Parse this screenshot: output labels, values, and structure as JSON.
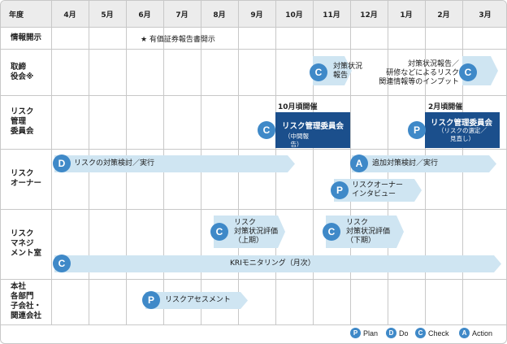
{
  "header": {
    "corner": "年度",
    "months": [
      "4月",
      "5月",
      "6月",
      "7月",
      "8月",
      "9月",
      "10月",
      "11月",
      "12月",
      "1月",
      "2月",
      "3月"
    ]
  },
  "rows": {
    "disclosure": "情報開示",
    "board": "取締\n役会※",
    "committee": "リスク\n管理\n委員会",
    "owner": "リスク\nオーナー",
    "mgmt": "リスク\nマネジ\nメント室",
    "dept": "本社\n各部門\n子会社・\n関連会社"
  },
  "disclosure_note": "★ 有価証券報告書開示",
  "board": {
    "item1": {
      "badge": "C",
      "text": "対策状況\n報告"
    },
    "item2_text": "対策状況報告／\n研修などによるリスク\n関連情報等のインプット",
    "item2_badge": "C"
  },
  "committee": {
    "oct_note": "10月頃開催",
    "oct_badge": "C",
    "oct_title": "リスク管理委員会",
    "oct_sub": "（中間報告）",
    "feb_note": "2月頃開催",
    "feb_badge": "P",
    "feb_title": "リスク管理委員会",
    "feb_sub": "（リスクの選定／\n見直し）"
  },
  "owner": {
    "bar1": {
      "badge": "D",
      "text": "リスクの対策検討／実行"
    },
    "bar2": {
      "badge": "A",
      "text": "追加対策検討／実行"
    },
    "bar3": {
      "badge": "P",
      "text": "リスクオーナー\nインタビュー"
    }
  },
  "mgmt": {
    "bar1": {
      "badge": "C",
      "text": "リスク\n対策状況評価\n（上期）"
    },
    "bar2": {
      "badge": "C",
      "text": "リスク\n対策状況評価\n（下期）"
    },
    "bar3": {
      "badge": "C",
      "text": "KRIモニタリング（月次）"
    }
  },
  "dept": {
    "bar1": {
      "badge": "P",
      "text": "リスクアセスメント"
    }
  },
  "legend": [
    {
      "letter": "P",
      "label": "Plan"
    },
    {
      "letter": "D",
      "label": "Do"
    },
    {
      "letter": "C",
      "label": "Check"
    },
    {
      "letter": "A",
      "label": "Action"
    }
  ],
  "colors": {
    "badge": "#3f89c8",
    "bar": "#cfe5f2",
    "dark_box": "#1b4f8c",
    "header_bg": "#ececec",
    "grid": "#c8c8c8"
  }
}
